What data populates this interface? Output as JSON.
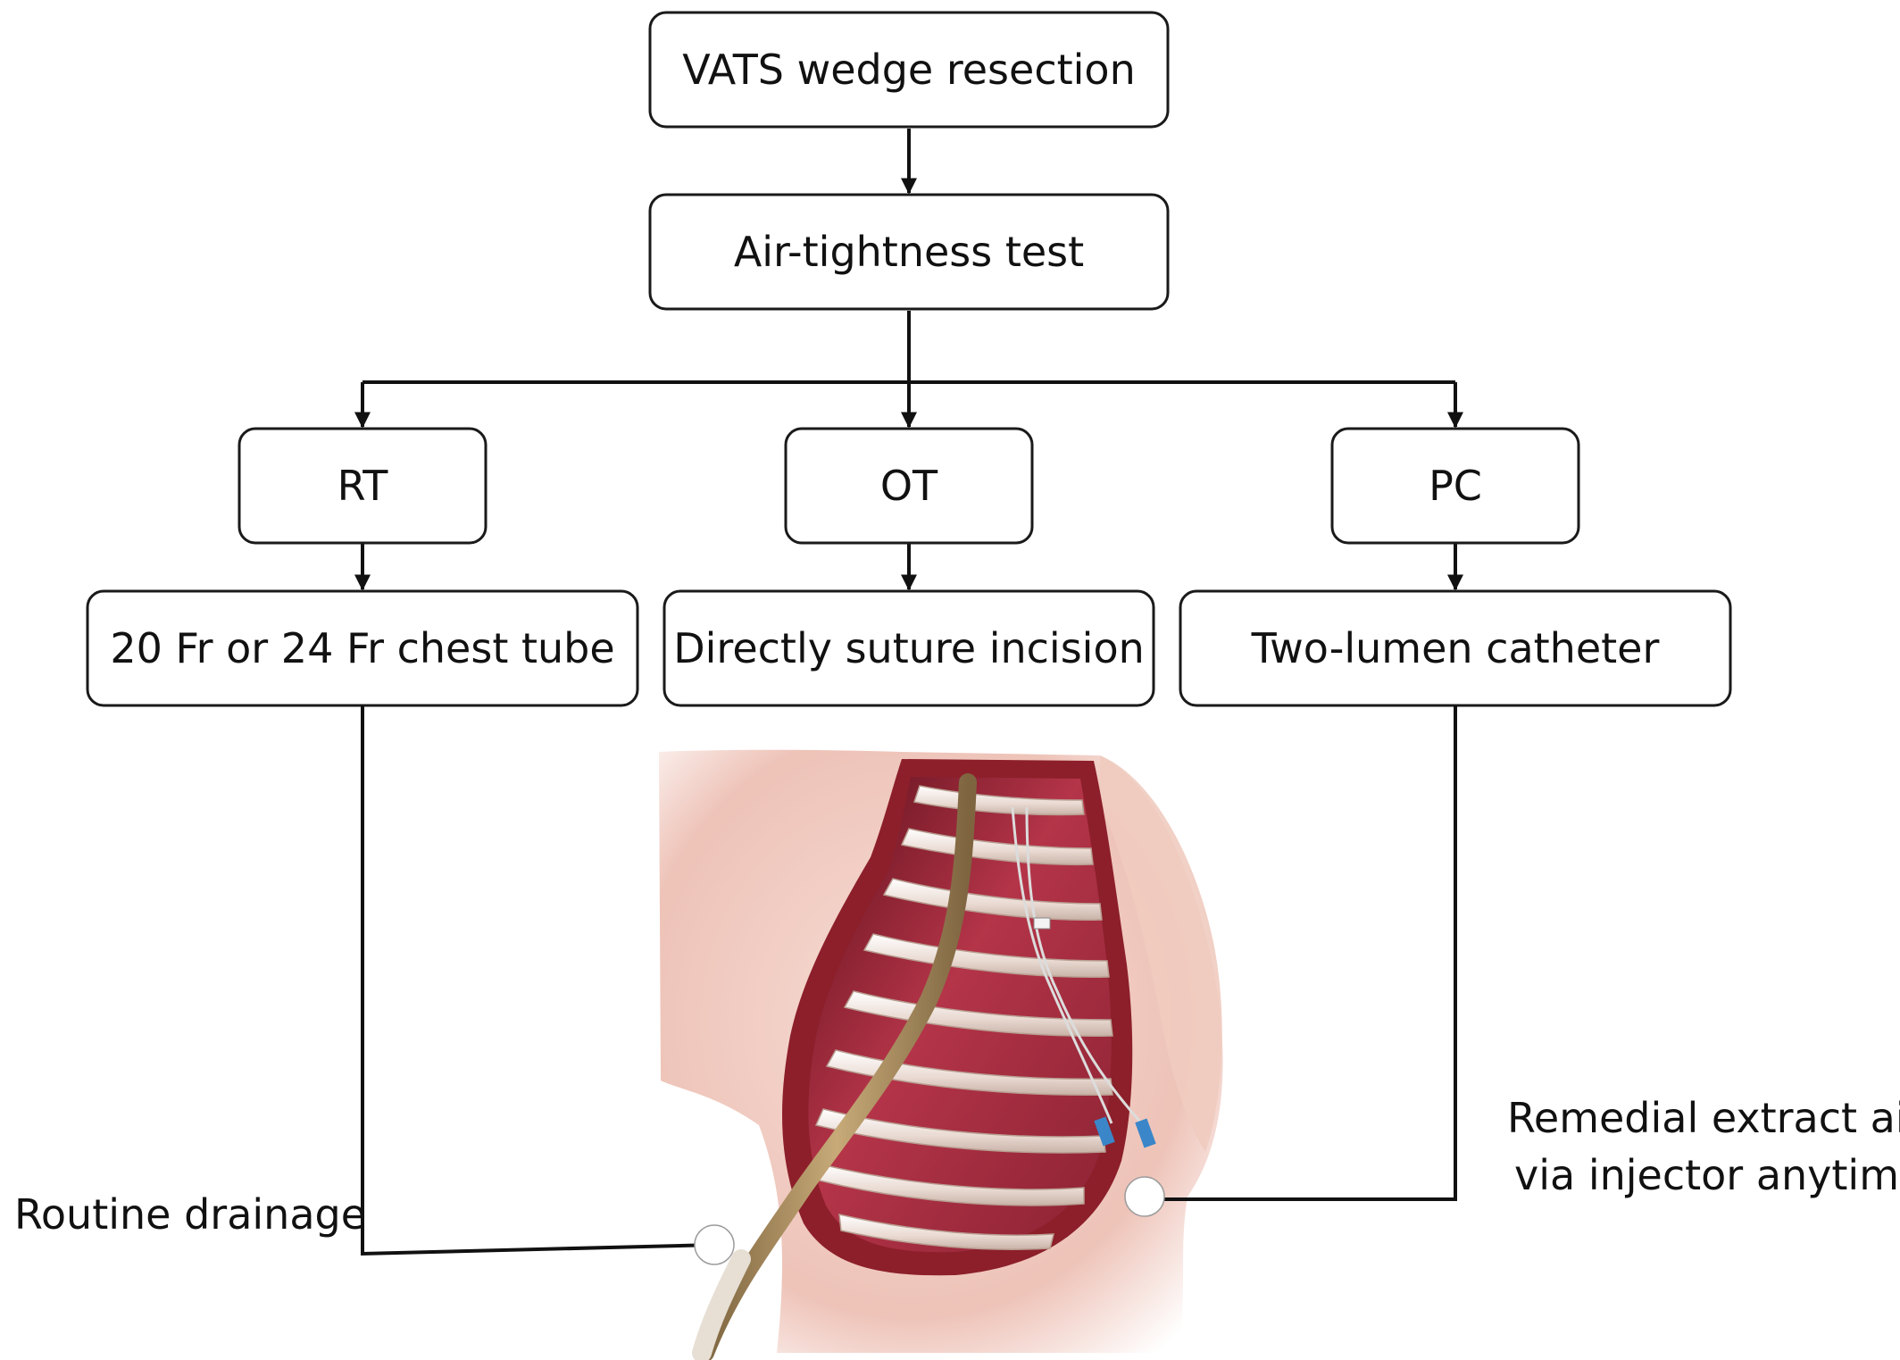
{
  "nodes": {
    "vats": "VATS wedge resection",
    "air_test": "Air-tightness test",
    "rt": "RT",
    "ot": "OT",
    "pc": "PC",
    "chest_tube": "20 Fr or 24 Fr chest tube",
    "suture": "Directly suture incision",
    "catheter": "Two-lumen catheter"
  },
  "annotations": {
    "routine": "Routine drainage",
    "remedial_line1": "Remedial extract air",
    "remedial_line2": "via injector anytime"
  },
  "illustration": {
    "subject": "chest-wall-cutaway-illustration",
    "colors": {
      "skin": "#f1cec4",
      "muscle": "#8c1f2a",
      "lung": "#b8364a",
      "rib": "#f4e6df",
      "tube": "#a88a5c",
      "catheter_tip": "#3a86c8"
    }
  }
}
